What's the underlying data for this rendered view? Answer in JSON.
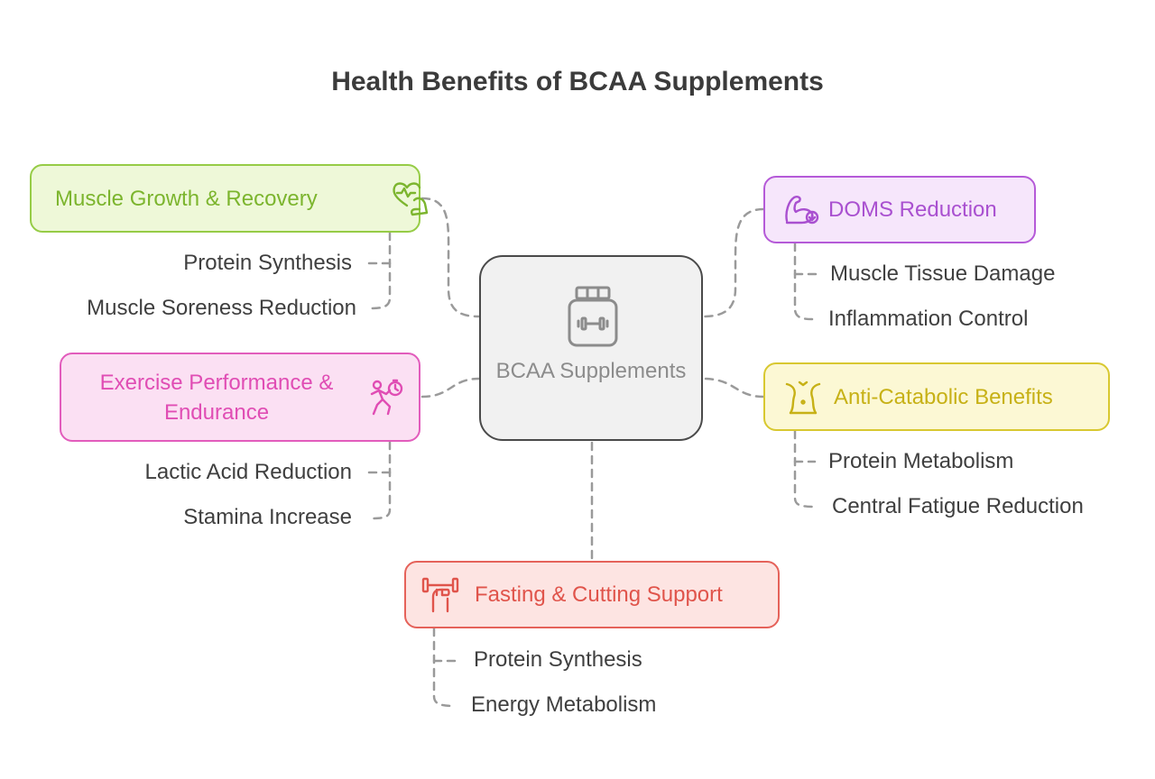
{
  "title": "Health Benefits of BCAA Supplements",
  "center": {
    "label": "BCAA Supplements",
    "icon": "supplement-jar-icon"
  },
  "branches": {
    "muscle_growth": {
      "label": "Muscle Growth & Recovery",
      "icon": "heart-flex-icon",
      "color": "#96cc46",
      "children": [
        "Protein Synthesis",
        "Muscle Soreness Reduction"
      ]
    },
    "exercise_performance": {
      "label": "Exercise Performance & Endurance",
      "icon": "runner-stopwatch-icon",
      "color": "#e25cbc",
      "children": [
        "Lactic Acid Reduction",
        "Stamina Increase"
      ]
    },
    "doms": {
      "label": "DOMS Reduction",
      "icon": "flexed-arm-icon",
      "color": "#b55ad8",
      "children": [
        "Muscle Tissue Damage",
        "Inflammation Control"
      ]
    },
    "anti_catabolic": {
      "label": "Anti-Catabolic Benefits",
      "icon": "torso-icon",
      "color": "#d8c830",
      "children": [
        "Protein Metabolism",
        "Central Fatigue Reduction"
      ]
    },
    "fasting": {
      "label": "Fasting & Cutting Support",
      "icon": "hand-dumbbell-icon",
      "color": "#e5625a",
      "children": [
        "Protein Synthesis",
        "Energy Metabolism"
      ]
    }
  }
}
